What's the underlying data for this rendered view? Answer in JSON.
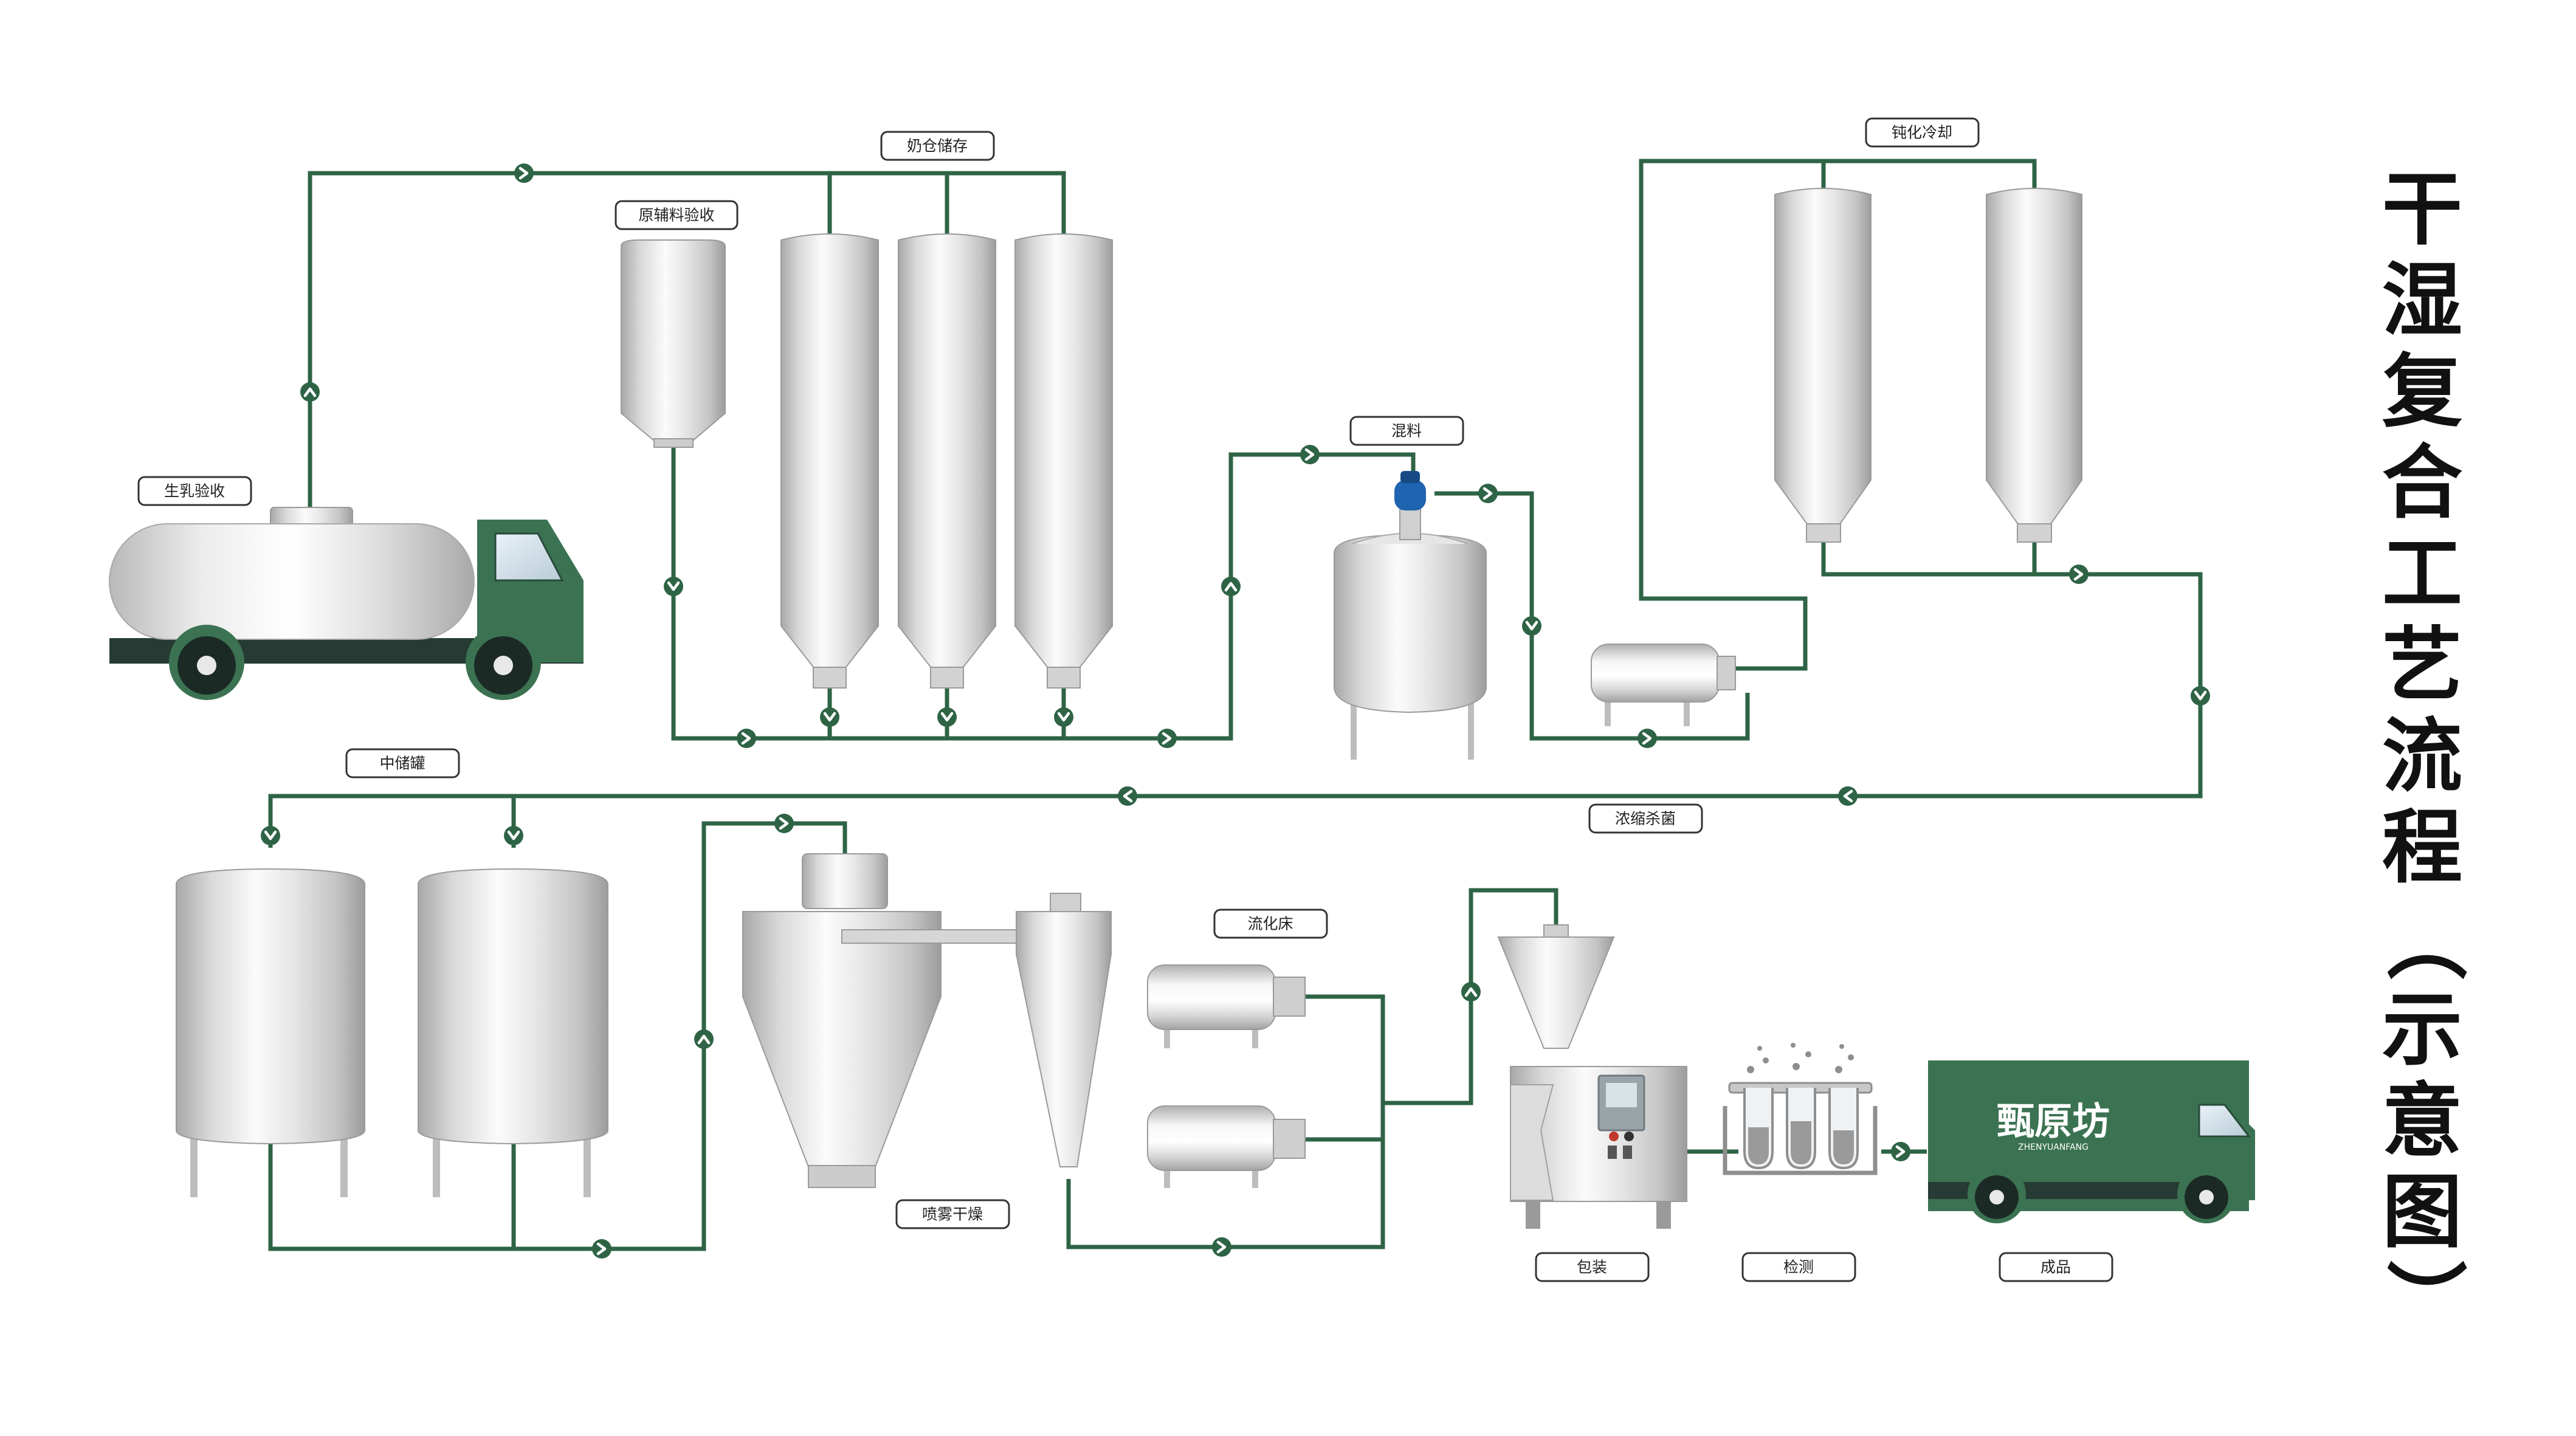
{
  "title": {
    "chars": [
      "干",
      "湿",
      "复",
      "合",
      "工",
      "艺",
      "流",
      "程",
      "（",
      "示",
      "意",
      "图",
      "）"
    ]
  },
  "stages": {
    "raw_milk": "生乳验收",
    "milk_storage": "奶仓储存",
    "aux_materials": "原辅料验收",
    "mixing": "混料",
    "passivation_cooling": "钝化冷却",
    "buffer_tank": "中储罐",
    "concentrate_sterilize": "浓缩杀菌",
    "spray_dry": "喷雾干燥",
    "fluid_bed": "流化床",
    "packaging": "包装",
    "inspection": "检测",
    "finished_product": "成品"
  },
  "brand": {
    "name": "甄原坊",
    "pinyin": "ZHENYUANFANG"
  },
  "colors": {
    "pipe": "#2e6445",
    "truck_cab": "#3b7352",
    "truck_chassis": "#263b34",
    "label_border": "#333333",
    "valve": "#1f64b0"
  },
  "icons": {
    "flow_arrow": "chevron-in-circle",
    "truck": "milk-tanker-truck",
    "delivery": "box-truck"
  }
}
